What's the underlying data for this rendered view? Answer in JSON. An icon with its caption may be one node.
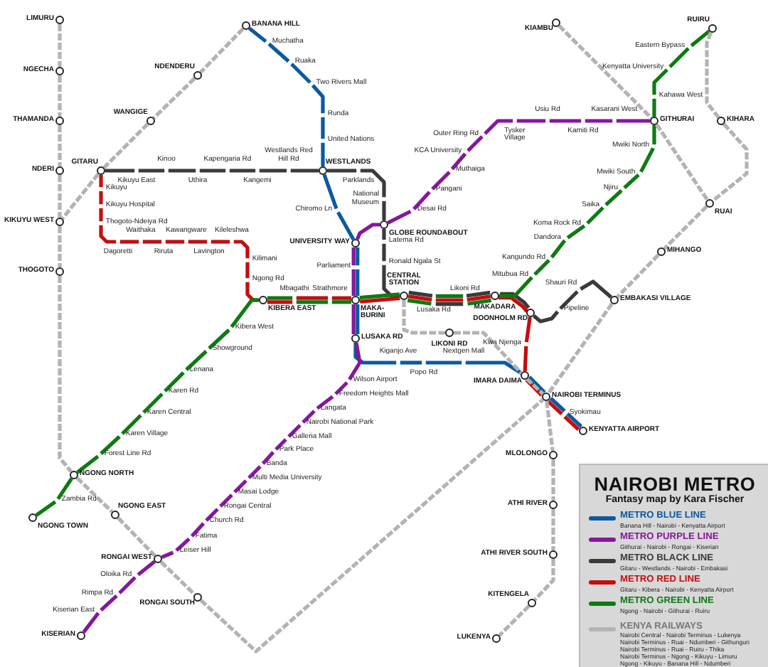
{
  "diagram": {
    "title": "NAIROBI METRO",
    "caption": "Fantasy map by Kara Fischer",
    "nodes": [
      {
        "text": [
          "LIMURU"
        ]
      },
      {
        "text": [
          "BANANA HILL"
        ]
      },
      {
        "text": [
          "KIAMBU"
        ]
      },
      {
        "text": [
          "RUIRU"
        ]
      },
      {
        "text": [
          "Muchatha"
        ]
      },
      {
        "text": [
          "Eastern Bypass"
        ]
      },
      {
        "text": [
          "Ruaka"
        ]
      },
      {
        "text": [
          "Kenyatta University"
        ]
      },
      {
        "text": [
          "NGECHA"
        ]
      },
      {
        "text": [
          "NDENDERU"
        ]
      },
      {
        "text": [
          "Two Rivers Mall"
        ]
      },
      {
        "text": [
          "Kahawa West"
        ]
      },
      {
        "text": [
          "Runda"
        ]
      },
      {
        "text": [
          "Usiu Rd"
        ]
      },
      {
        "text": [
          "Kasarani West"
        ]
      },
      {
        "text": [
          "THAMANDA"
        ]
      },
      {
        "text": [
          "WANGIGE"
        ]
      },
      {
        "text": [
          "GITHURAI"
        ]
      },
      {
        "text": [
          "KIHARA"
        ]
      },
      {
        "text": [
          "Tysker Village"
        ]
      },
      {
        "text": [
          "Kamiti Rd"
        ]
      },
      {
        "text": [
          "Outer Ring Rd"
        ]
      },
      {
        "text": [
          "United Nations"
        ]
      },
      {
        "text": [
          "Mwiki North"
        ]
      },
      {
        "text": [
          "KCA University"
        ]
      },
      {
        "text": [
          "Westlands Red Hill Rd"
        ]
      },
      {
        "text": [
          "Kinoo"
        ]
      },
      {
        "text": [
          "Kapengaria Rd"
        ]
      },
      {
        "text": [
          "NDERI"
        ]
      },
      {
        "text": [
          "GITARU"
        ]
      },
      {
        "text": [
          "WESTLANDS"
        ]
      },
      {
        "text": [
          "Muthaiga"
        ]
      },
      {
        "text": [
          "Kikuyu East"
        ]
      },
      {
        "text": [
          "Uthira"
        ]
      },
      {
        "text": [
          "Kangemi"
        ]
      },
      {
        "text": [
          "Parklands"
        ]
      },
      {
        "text": [
          "Mwiki South"
        ]
      },
      {
        "text": [
          "Njiru"
        ]
      },
      {
        "text": [
          "Pangani"
        ]
      },
      {
        "text": [
          "Kikuyu"
        ]
      },
      {
        "text": [
          "National Museum"
        ]
      },
      {
        "text": [
          "RUAI"
        ]
      },
      {
        "text": [
          "Saika"
        ]
      },
      {
        "text": [
          "Kikuyu Hospital"
        ]
      },
      {
        "text": [
          "Chiromo Ln"
        ]
      },
      {
        "text": [
          "Desai Rd"
        ]
      },
      {
        "text": [
          "KIKUYU WEST"
        ]
      },
      {
        "text": [
          "Thogoto-Ndeiya Rd"
        ]
      },
      {
        "text": [
          "Koma Rock Rd"
        ]
      },
      {
        "text": [
          "GLOBE ROUNDABOUT"
        ]
      },
      {
        "text": [
          "Waithaka"
        ]
      },
      {
        "text": [
          "Kawangware"
        ]
      },
      {
        "text": [
          "Kileleshwa"
        ]
      },
      {
        "text": [
          "Dandora"
        ]
      },
      {
        "text": [
          "Latema Rd"
        ]
      },
      {
        "text": [
          "UNIVERSITY WAY"
        ]
      },
      {
        "text": [
          "Dagoretti"
        ]
      },
      {
        "text": [
          "Riruta"
        ]
      },
      {
        "text": [
          "Lavington"
        ]
      },
      {
        "text": [
          "MIHANGO"
        ]
      },
      {
        "text": [
          "Kangundo Rd"
        ]
      },
      {
        "text": [
          "Kilimani"
        ]
      },
      {
        "text": [
          "Ronald Ngala St"
        ]
      },
      {
        "text": [
          "Parliament"
        ]
      },
      {
        "text": [
          "THOGOTO"
        ]
      },
      {
        "text": [
          "Mitubua Rd"
        ]
      },
      {
        "text": [
          "Ngong Rd"
        ]
      },
      {
        "text": [
          "Mbagathi"
        ]
      },
      {
        "text": [
          "Likoni Rd"
        ]
      },
      {
        "text": [
          "CENTRAL STATION"
        ]
      },
      {
        "text": [
          "Shauri Rd"
        ]
      },
      {
        "text": [
          "KIBERA EAST"
        ]
      },
      {
        "text": [
          "Strathmore"
        ]
      },
      {
        "text": [
          "MAKA-BURINI"
        ]
      },
      {
        "text": [
          "Lusaka Rd"
        ]
      },
      {
        "text": [
          "MAKADARA"
        ]
      },
      {
        "text": [
          "EMBAKASI VILLAGE"
        ]
      },
      {
        "text": [
          "DOONHOLM RD"
        ]
      },
      {
        "text": [
          "Pipeline"
        ]
      },
      {
        "text": [
          "Kibera West"
        ]
      },
      {
        "text": [
          "LIKONI RD"
        ]
      },
      {
        "text": [
          "LUSAKA RD"
        ]
      },
      {
        "text": [
          "Kwa Njenga"
        ]
      },
      {
        "text": [
          "Showground"
        ]
      },
      {
        "text": [
          "Kiganjo Ave"
        ]
      },
      {
        "text": [
          "Nextgen Mall"
        ]
      },
      {
        "text": [
          "Popo Rd"
        ]
      },
      {
        "text": [
          "Lenana"
        ]
      },
      {
        "text": [
          "IMARA DAIMA"
        ]
      },
      {
        "text": [
          "Wilson Airport"
        ]
      },
      {
        "text": [
          "Karen Rd"
        ]
      },
      {
        "text": [
          "NAIROBI TERMINUS"
        ]
      },
      {
        "text": [
          "Freedom Heights Mall"
        ]
      },
      {
        "text": [
          "Langata"
        ]
      },
      {
        "text": [
          "Karen Central"
        ]
      },
      {
        "text": [
          "Syokimau"
        ]
      },
      {
        "text": [
          "Nairobi National Park"
        ]
      },
      {
        "text": [
          "KENYATTA AIRPORT"
        ]
      },
      {
        "text": [
          "Karen Village"
        ]
      },
      {
        "text": [
          "Galleria Mall"
        ]
      },
      {
        "text": [
          "Park Place"
        ]
      },
      {
        "text": [
          "Forest Line Rd"
        ]
      },
      {
        "text": [
          "MLOLONGO"
        ]
      },
      {
        "text": [
          "Banda"
        ]
      },
      {
        "text": [
          "NGONG NORTH"
        ]
      },
      {
        "text": [
          "Multi Media University"
        ]
      },
      {
        "text": [
          "Masai Lodge"
        ]
      },
      {
        "text": [
          "Zambia Rd"
        ]
      },
      {
        "text": [
          "ATHI RIVER"
        ]
      },
      {
        "text": [
          "Rongai Central"
        ]
      },
      {
        "text": [
          "NGONG EAST"
        ]
      },
      {
        "text": [
          "NGONG TOWN"
        ]
      },
      {
        "text": [
          "Church Rd"
        ]
      },
      {
        "text": [
          "Fatima"
        ]
      },
      {
        "text": [
          "Leiser Hill"
        ]
      },
      {
        "text": [
          "ATHI RIVER SOUTH"
        ]
      },
      {
        "text": [
          "RONGAI WEST"
        ]
      },
      {
        "text": [
          "Oloika Rd"
        ]
      },
      {
        "text": [
          "RONGAI SOUTH"
        ]
      },
      {
        "text": [
          "Rimpa Rd"
        ]
      },
      {
        "text": [
          "KITENGELA"
        ]
      },
      {
        "text": [
          "Kiserian East"
        ]
      },
      {
        "text": [
          "KISERIAN"
        ]
      },
      {
        "text": [
          "LUKENYA"
        ]
      }
    ],
    "edges": [
      {
        "from": 1,
        "to": 4,
        "arrow": "none",
        "color": "#0b5aa0"
      },
      {
        "from": 4,
        "to": 6,
        "arrow": "none",
        "color": "#0b5aa0"
      },
      {
        "from": 6,
        "to": 10,
        "arrow": "none",
        "color": "#0b5aa0"
      },
      {
        "from": 10,
        "to": 12,
        "arrow": "none",
        "color": "#0b5aa0"
      },
      {
        "from": 12,
        "to": 22,
        "arrow": "none",
        "color": "#0b5aa0"
      },
      {
        "from": 22,
        "to": 30,
        "arrow": "none",
        "color": "#0b5aa0"
      },
      {
        "from": 30,
        "to": 44,
        "arrow": "none",
        "color": "#0b5aa0"
      },
      {
        "from": 44,
        "to": 55,
        "arrow": "none",
        "color": "#0b5aa0"
      },
      {
        "from": 55,
        "to": 63,
        "arrow": "none",
        "color": "#0b5aa0"
      },
      {
        "from": 63,
        "to": 73,
        "arrow": "none",
        "color": "#0b5aa0"
      },
      {
        "from": 73,
        "to": 81,
        "arrow": "none",
        "color": "#0b5aa0"
      },
      {
        "from": 81,
        "to": 84,
        "arrow": "none",
        "color": "#0b5aa0"
      },
      {
        "from": 84,
        "to": 86,
        "arrow": "none",
        "color": "#0b5aa0"
      },
      {
        "from": 86,
        "to": 85,
        "arrow": "none",
        "color": "#0b5aa0"
      },
      {
        "from": 85,
        "to": 88,
        "arrow": "none",
        "color": "#0b5aa0"
      },
      {
        "from": 88,
        "to": 91,
        "arrow": "none",
        "color": "#0b5aa0"
      },
      {
        "from": 91,
        "to": 95,
        "arrow": "none",
        "color": "#0b5aa0"
      },
      {
        "from": 95,
        "to": 97,
        "arrow": "none",
        "color": "#0b5aa0"
      },
      {
        "from": 17,
        "to": 14,
        "arrow": "none",
        "color": "#86179c"
      },
      {
        "from": 14,
        "to": 20,
        "arrow": "none",
        "color": "#86179c"
      },
      {
        "from": 20,
        "to": 13,
        "arrow": "none",
        "color": "#86179c"
      },
      {
        "from": 13,
        "to": 19,
        "arrow": "none",
        "color": "#86179c"
      },
      {
        "from": 19,
        "to": 21,
        "arrow": "none",
        "color": "#86179c"
      },
      {
        "from": 21,
        "to": 24,
        "arrow": "none",
        "color": "#86179c"
      },
      {
        "from": 24,
        "to": 31,
        "arrow": "none",
        "color": "#86179c"
      },
      {
        "from": 31,
        "to": 38,
        "arrow": "none",
        "color": "#86179c"
      },
      {
        "from": 38,
        "to": 45,
        "arrow": "none",
        "color": "#86179c"
      },
      {
        "from": 45,
        "to": 49,
        "arrow": "none",
        "color": "#86179c"
      },
      {
        "from": 49,
        "to": 55,
        "arrow": "none",
        "color": "#86179c"
      },
      {
        "from": 55,
        "to": 63,
        "arrow": "none",
        "color": "#86179c"
      },
      {
        "from": 63,
        "to": 73,
        "arrow": "none",
        "color": "#86179c"
      },
      {
        "from": 73,
        "to": 81,
        "arrow": "none",
        "color": "#86179c"
      },
      {
        "from": 81,
        "to": 89,
        "arrow": "none",
        "color": "#86179c"
      },
      {
        "from": 89,
        "to": 92,
        "arrow": "none",
        "color": "#86179c"
      },
      {
        "from": 92,
        "to": 93,
        "arrow": "none",
        "color": "#86179c"
      },
      {
        "from": 93,
        "to": 96,
        "arrow": "none",
        "color": "#86179c"
      },
      {
        "from": 96,
        "to": 99,
        "arrow": "none",
        "color": "#86179c"
      },
      {
        "from": 99,
        "to": 100,
        "arrow": "none",
        "color": "#86179c"
      },
      {
        "from": 100,
        "to": 103,
        "arrow": "none",
        "color": "#86179c"
      },
      {
        "from": 103,
        "to": 105,
        "arrow": "none",
        "color": "#86179c"
      },
      {
        "from": 105,
        "to": 106,
        "arrow": "none",
        "color": "#86179c"
      },
      {
        "from": 106,
        "to": 109,
        "arrow": "none",
        "color": "#86179c"
      },
      {
        "from": 109,
        "to": 112,
        "arrow": "none",
        "color": "#86179c"
      },
      {
        "from": 112,
        "to": 113,
        "arrow": "none",
        "color": "#86179c"
      },
      {
        "from": 113,
        "to": 114,
        "arrow": "none",
        "color": "#86179c"
      },
      {
        "from": 114,
        "to": 116,
        "arrow": "none",
        "color": "#86179c"
      },
      {
        "from": 116,
        "to": 117,
        "arrow": "none",
        "color": "#86179c"
      },
      {
        "from": 117,
        "to": 119,
        "arrow": "none",
        "color": "#86179c"
      },
      {
        "from": 119,
        "to": 121,
        "arrow": "none",
        "color": "#86179c"
      },
      {
        "from": 121,
        "to": 122,
        "arrow": "none",
        "color": "#86179c"
      },
      {
        "from": 29,
        "to": 32,
        "arrow": "none",
        "color": "#3a3a3a"
      },
      {
        "from": 32,
        "to": 26,
        "arrow": "none",
        "color": "#3a3a3a"
      },
      {
        "from": 26,
        "to": 33,
        "arrow": "none",
        "color": "#3a3a3a"
      },
      {
        "from": 33,
        "to": 27,
        "arrow": "none",
        "color": "#3a3a3a"
      },
      {
        "from": 27,
        "to": 34,
        "arrow": "none",
        "color": "#3a3a3a"
      },
      {
        "from": 34,
        "to": 25,
        "arrow": "none",
        "color": "#3a3a3a"
      },
      {
        "from": 25,
        "to": 30,
        "arrow": "none",
        "color": "#3a3a3a"
      },
      {
        "from": 30,
        "to": 35,
        "arrow": "none",
        "color": "#3a3a3a"
      },
      {
        "from": 35,
        "to": 40,
        "arrow": "none",
        "color": "#3a3a3a"
      },
      {
        "from": 40,
        "to": 49,
        "arrow": "none",
        "color": "#3a3a3a"
      },
      {
        "from": 49,
        "to": 54,
        "arrow": "none",
        "color": "#3a3a3a"
      },
      {
        "from": 54,
        "to": 62,
        "arrow": "none",
        "color": "#3a3a3a"
      },
      {
        "from": 62,
        "to": 69,
        "arrow": "none",
        "color": "#3a3a3a"
      },
      {
        "from": 69,
        "to": 74,
        "arrow": "none",
        "color": "#3a3a3a"
      },
      {
        "from": 74,
        "to": 68,
        "arrow": "none",
        "color": "#3a3a3a"
      },
      {
        "from": 68,
        "to": 75,
        "arrow": "none",
        "color": "#3a3a3a"
      },
      {
        "from": 75,
        "to": 77,
        "arrow": "none",
        "color": "#3a3a3a"
      },
      {
        "from": 77,
        "to": 78,
        "arrow": "none",
        "color": "#3a3a3a"
      },
      {
        "from": 78,
        "to": 70,
        "arrow": "none",
        "color": "#3a3a3a"
      },
      {
        "from": 70,
        "to": 76,
        "arrow": "none",
        "color": "#3a3a3a"
      },
      {
        "from": 29,
        "to": 39,
        "arrow": "none",
        "color": "#c40e0e"
      },
      {
        "from": 39,
        "to": 43,
        "arrow": "none",
        "color": "#c40e0e"
      },
      {
        "from": 43,
        "to": 47,
        "arrow": "none",
        "color": "#c40e0e"
      },
      {
        "from": 47,
        "to": 56,
        "arrow": "none",
        "color": "#c40e0e"
      },
      {
        "from": 56,
        "to": 50,
        "arrow": "none",
        "color": "#c40e0e"
      },
      {
        "from": 50,
        "to": 57,
        "arrow": "none",
        "color": "#c40e0e"
      },
      {
        "from": 57,
        "to": 51,
        "arrow": "none",
        "color": "#c40e0e"
      },
      {
        "from": 51,
        "to": 58,
        "arrow": "none",
        "color": "#c40e0e"
      },
      {
        "from": 58,
        "to": 52,
        "arrow": "none",
        "color": "#c40e0e"
      },
      {
        "from": 52,
        "to": 61,
        "arrow": "none",
        "color": "#c40e0e"
      },
      {
        "from": 61,
        "to": 66,
        "arrow": "none",
        "color": "#c40e0e"
      },
      {
        "from": 66,
        "to": 71,
        "arrow": "none",
        "color": "#c40e0e"
      },
      {
        "from": 71,
        "to": 67,
        "arrow": "none",
        "color": "#c40e0e"
      },
      {
        "from": 67,
        "to": 72,
        "arrow": "none",
        "color": "#c40e0e"
      },
      {
        "from": 72,
        "to": 73,
        "arrow": "none",
        "color": "#c40e0e"
      },
      {
        "from": 73,
        "to": 69,
        "arrow": "none",
        "color": "#c40e0e"
      },
      {
        "from": 69,
        "to": 74,
        "arrow": "none",
        "color": "#c40e0e"
      },
      {
        "from": 74,
        "to": 68,
        "arrow": "none",
        "color": "#c40e0e"
      },
      {
        "from": 68,
        "to": 75,
        "arrow": "none",
        "color": "#c40e0e"
      },
      {
        "from": 75,
        "to": 77,
        "arrow": "none",
        "color": "#c40e0e"
      },
      {
        "from": 77,
        "to": 82,
        "arrow": "none",
        "color": "#c40e0e"
      },
      {
        "from": 82,
        "to": 88,
        "arrow": "none",
        "color": "#c40e0e"
      },
      {
        "from": 88,
        "to": 91,
        "arrow": "none",
        "color": "#c40e0e"
      },
      {
        "from": 91,
        "to": 95,
        "arrow": "none",
        "color": "#c40e0e"
      },
      {
        "from": 95,
        "to": 97,
        "arrow": "none",
        "color": "#c40e0e"
      },
      {
        "from": 111,
        "to": 107,
        "arrow": "none",
        "color": "#0d7a12"
      },
      {
        "from": 107,
        "to": 104,
        "arrow": "none",
        "color": "#0d7a12"
      },
      {
        "from": 104,
        "to": 101,
        "arrow": "none",
        "color": "#0d7a12"
      },
      {
        "from": 101,
        "to": 98,
        "arrow": "none",
        "color": "#0d7a12"
      },
      {
        "from": 98,
        "to": 94,
        "arrow": "none",
        "color": "#0d7a12"
      },
      {
        "from": 94,
        "to": 90,
        "arrow": "none",
        "color": "#0d7a12"
      },
      {
        "from": 90,
        "to": 87,
        "arrow": "none",
        "color": "#0d7a12"
      },
      {
        "from": 87,
        "to": 83,
        "arrow": "none",
        "color": "#0d7a12"
      },
      {
        "from": 83,
        "to": 79,
        "arrow": "none",
        "color": "#0d7a12"
      },
      {
        "from": 79,
        "to": 71,
        "arrow": "none",
        "color": "#0d7a12"
      },
      {
        "from": 71,
        "to": 67,
        "arrow": "none",
        "color": "#0d7a12"
      },
      {
        "from": 67,
        "to": 72,
        "arrow": "none",
        "color": "#0d7a12"
      },
      {
        "from": 72,
        "to": 73,
        "arrow": "none",
        "color": "#0d7a12"
      },
      {
        "from": 73,
        "to": 69,
        "arrow": "none",
        "color": "#0d7a12"
      },
      {
        "from": 69,
        "to": 74,
        "arrow": "none",
        "color": "#0d7a12"
      },
      {
        "from": 74,
        "to": 68,
        "arrow": "none",
        "color": "#0d7a12"
      },
      {
        "from": 68,
        "to": 75,
        "arrow": "none",
        "color": "#0d7a12"
      },
      {
        "from": 75,
        "to": 65,
        "arrow": "none",
        "color": "#0d7a12"
      },
      {
        "from": 65,
        "to": 60,
        "arrow": "none",
        "color": "#0d7a12"
      },
      {
        "from": 60,
        "to": 53,
        "arrow": "none",
        "color": "#0d7a12"
      },
      {
        "from": 53,
        "to": 48,
        "arrow": "none",
        "color": "#0d7a12"
      },
      {
        "from": 48,
        "to": 42,
        "arrow": "none",
        "color": "#0d7a12"
      },
      {
        "from": 42,
        "to": 37,
        "arrow": "none",
        "color": "#0d7a12"
      },
      {
        "from": 37,
        "to": 36,
        "arrow": "none",
        "color": "#0d7a12"
      },
      {
        "from": 36,
        "to": 23,
        "arrow": "none",
        "color": "#0d7a12"
      },
      {
        "from": 23,
        "to": 17,
        "arrow": "none",
        "color": "#0d7a12"
      },
      {
        "from": 17,
        "to": 11,
        "arrow": "none",
        "color": "#0d7a12"
      },
      {
        "from": 11,
        "to": 7,
        "arrow": "none",
        "color": "#0d7a12"
      },
      {
        "from": 7,
        "to": 5,
        "arrow": "none",
        "color": "#0d7a12"
      },
      {
        "from": 5,
        "to": 3,
        "arrow": "none",
        "color": "#0d7a12"
      },
      {
        "from": 0,
        "to": 8,
        "arrow": "none",
        "style": "dashed",
        "color": "#b3b3b3"
      },
      {
        "from": 8,
        "to": 15,
        "arrow": "none",
        "style": "dashed",
        "color": "#b3b3b3"
      },
      {
        "from": 15,
        "to": 28,
        "arrow": "none",
        "style": "dashed",
        "color": "#b3b3b3"
      },
      {
        "from": 28,
        "to": 46,
        "arrow": "none",
        "style": "dashed",
        "color": "#b3b3b3"
      },
      {
        "from": 46,
        "to": 64,
        "arrow": "none",
        "style": "dashed",
        "color": "#b3b3b3"
      },
      {
        "from": 64,
        "to": 104,
        "arrow": "none",
        "style": "dashed",
        "color": "#b3b3b3"
      },
      {
        "from": 1,
        "to": 9,
        "arrow": "none",
        "style": "dashed",
        "color": "#b3b3b3"
      },
      {
        "from": 9,
        "to": 16,
        "arrow": "none",
        "style": "dashed",
        "color": "#b3b3b3"
      },
      {
        "from": 16,
        "to": 29,
        "arrow": "none",
        "style": "dashed",
        "color": "#b3b3b3"
      },
      {
        "from": 29,
        "to": 46,
        "arrow": "none",
        "style": "dashed",
        "color": "#b3b3b3"
      },
      {
        "from": 104,
        "to": 110,
        "arrow": "none",
        "style": "dashed",
        "color": "#b3b3b3"
      },
      {
        "from": 110,
        "to": 116,
        "arrow": "none",
        "style": "dashed",
        "color": "#b3b3b3"
      },
      {
        "from": 116,
        "to": 118,
        "arrow": "none",
        "style": "dashed",
        "color": "#b3b3b3"
      },
      {
        "from": 118,
        "to": 91,
        "arrow": "none",
        "style": "dashed",
        "color": "#b3b3b3"
      },
      {
        "from": 2,
        "to": 17,
        "arrow": "none",
        "style": "dashed",
        "color": "#b3b3b3"
      },
      {
        "from": 17,
        "to": 41,
        "arrow": "none",
        "style": "dashed",
        "color": "#b3b3b3"
      },
      {
        "from": 3,
        "to": 18,
        "arrow": "none",
        "style": "dashed",
        "color": "#b3b3b3"
      },
      {
        "from": 18,
        "to": 41,
        "arrow": "none",
        "style": "dashed",
        "color": "#b3b3b3"
      },
      {
        "from": 41,
        "to": 59,
        "arrow": "none",
        "style": "dashed",
        "color": "#b3b3b3"
      },
      {
        "from": 59,
        "to": 76,
        "arrow": "none",
        "style": "dashed",
        "color": "#b3b3b3"
      },
      {
        "from": 76,
        "to": 91,
        "arrow": "none",
        "style": "dashed",
        "color": "#b3b3b3"
      },
      {
        "from": 91,
        "to": 102,
        "arrow": "none",
        "style": "dashed",
        "color": "#b3b3b3"
      },
      {
        "from": 102,
        "to": 108,
        "arrow": "none",
        "style": "dashed",
        "color": "#b3b3b3"
      },
      {
        "from": 108,
        "to": 115,
        "arrow": "none",
        "style": "dashed",
        "color": "#b3b3b3"
      },
      {
        "from": 115,
        "to": 120,
        "arrow": "none",
        "style": "dashed",
        "color": "#b3b3b3"
      },
      {
        "from": 120,
        "to": 123,
        "arrow": "none",
        "style": "dashed",
        "color": "#b3b3b3"
      },
      {
        "from": 69,
        "to": 80,
        "arrow": "none",
        "style": "dashed",
        "color": "#b3b3b3"
      },
      {
        "from": 80,
        "to": 91,
        "arrow": "none",
        "style": "dashed",
        "color": "#b3b3b3"
      }
    ],
    "labels": [
      "Banana Hill - Nairobi - Kenyatta Airport",
      "Githurai - Nairobi - Rongai - Kiserian",
      "Gitaru - Westlands - Nairobi - Embakasi",
      "Gitaru - Kibera - Nairobi - Kenyatta Airport",
      "Ngong - Nairobi - Githurai - Ruiru",
      "Nairobi Central - Nairobi Terminus - Lukenya",
      "Nairobi Terminus - Ruai - Ndumberi - Githunguri",
      "Nairobi Terminus - Ruai - Ruiru - Thika",
      "Nairobi Terminus - Ngong - Kikuyu - Limuru",
      "Ngong - Kikuyu - Banana Hill - Ndumberi"
    ],
    "legend": [
      {
        "text": "METRO BLUE LINE"
      },
      {
        "text": "METRO PURPLE LINE"
      },
      {
        "text": "METRO BLACK LINE"
      },
      {
        "text": "METRO RED LINE"
      },
      {
        "text": "METRO GREEN LINE"
      },
      {
        "text": "KENYA RAILWAYS"
      }
    ]
  }
}
